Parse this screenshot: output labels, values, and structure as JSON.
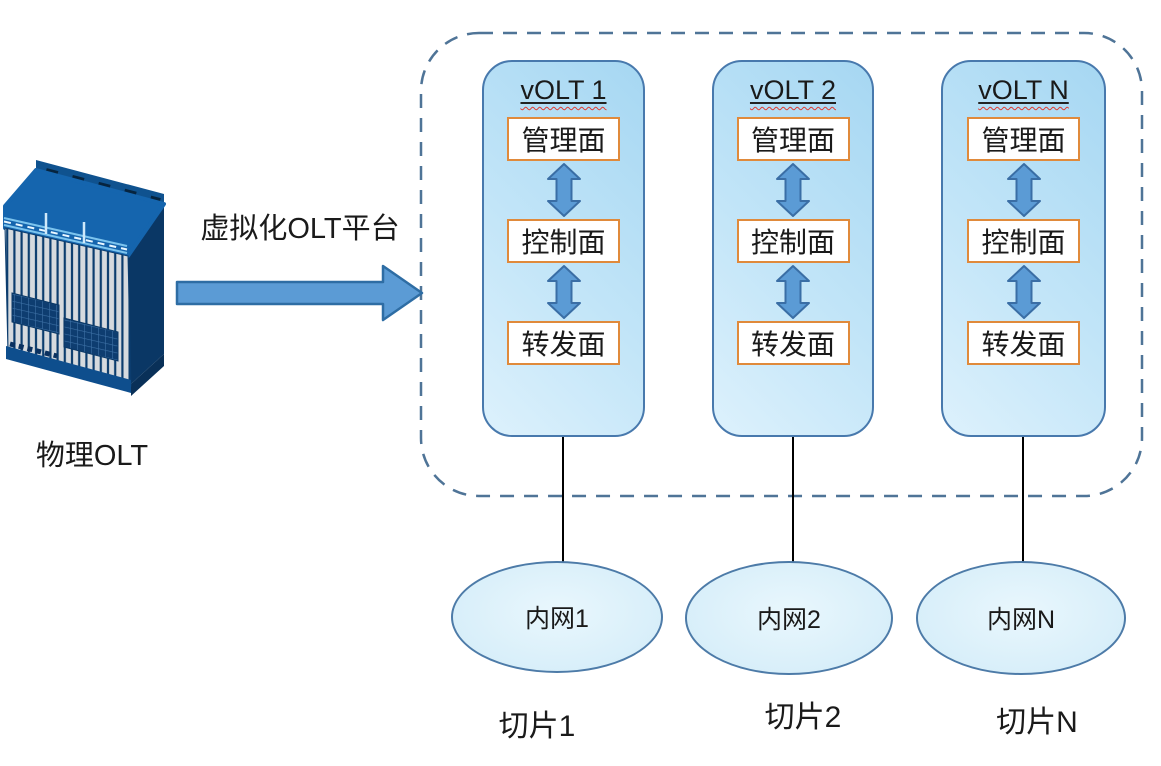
{
  "labels": {
    "physical_olt": "物理OLT",
    "platform_arrow": "虚拟化OLT平台"
  },
  "volts": [
    {
      "title": "vOLT 1",
      "planes": [
        "管理面",
        "控制面",
        "转发面"
      ]
    },
    {
      "title": "vOLT 2",
      "planes": [
        "管理面",
        "控制面",
        "转发面"
      ]
    },
    {
      "title": "vOLT N",
      "planes": [
        "管理面",
        "控制面",
        "转发面"
      ]
    }
  ],
  "networks": [
    "内网1",
    "内网2",
    "内网N"
  ],
  "slices": [
    "切片1",
    "切片2",
    "切片N"
  ],
  "colors": {
    "volt_border": "#4879ad",
    "volt_fill_light": "#ddf1fc",
    "volt_fill_dark": "#a6d7f2",
    "plane_box_border": "#e08a3b",
    "arrow_fill": "#5b9bd5",
    "arrow_stroke": "#2e6da4",
    "dashed_boundary": "#4f7497",
    "ellipse_border": "#4d7ba8",
    "ellipse_fill": "#d7eef9",
    "title_wavy_underline": "#e03a2f",
    "olt_chassis_blue": "#1565ae"
  }
}
